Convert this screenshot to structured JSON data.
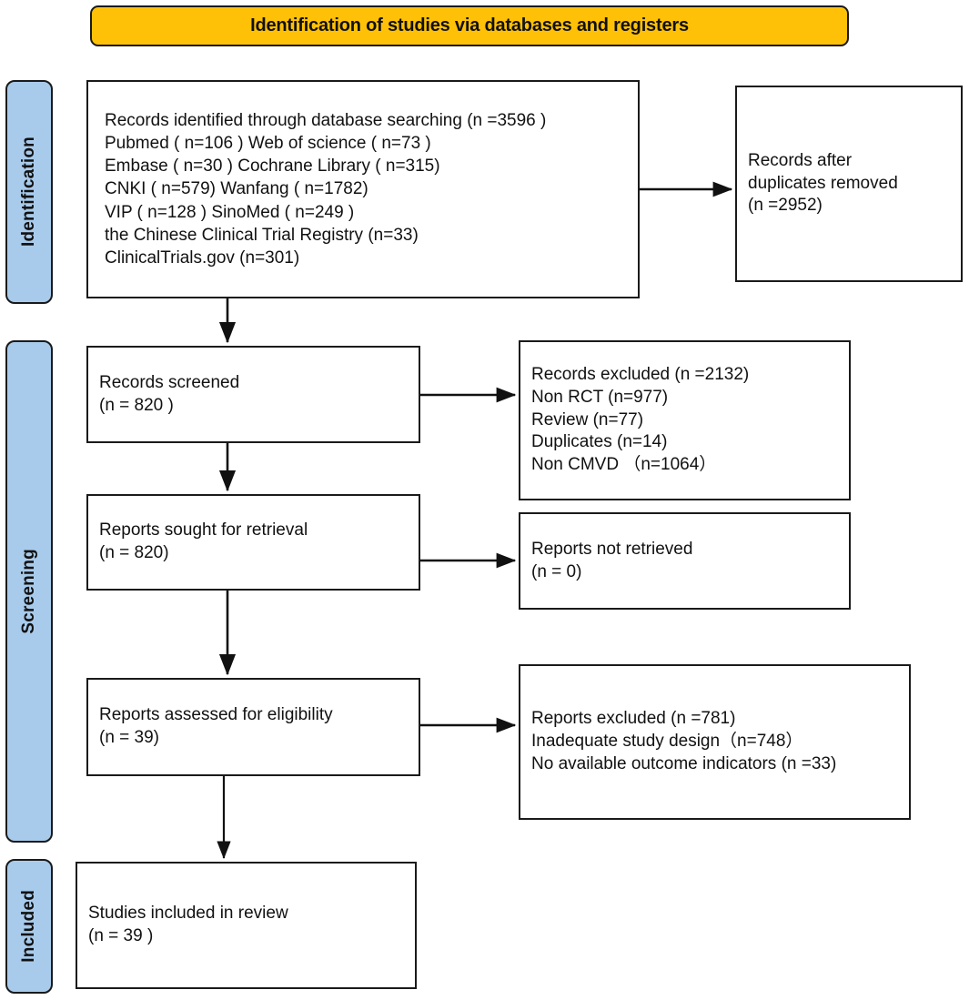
{
  "banner": {
    "title": "Identification of studies via databases and registers",
    "bg_color": "#FFC107"
  },
  "stages": {
    "identification": "Identification",
    "screening": "Screening",
    "included": "Included",
    "bg_color": "#A8CBEC"
  },
  "boxes": {
    "identified": {
      "name": "records-identified",
      "lines": [
        "Records identified through database searching (n =3596 )",
        "Pubmed ( n=106 )      Web of  science  ( n=73 )",
        "Embase ( n=30 )     Cochrane Library   ( n=315)",
        "CNKI  ( n=579)      Wanfang ( n=1782)",
        "VIP  ( n=128 )        SinoMed  ( n=249 )",
        "the Chinese Clinical Trial Registry (n=33)",
        "ClinicalTrials.gov (n=301)"
      ]
    },
    "duplicates_removed": {
      "name": "records-after-duplicates-removed",
      "lines": [
        "Records after",
        "duplicates removed",
        "(n =2952)"
      ]
    },
    "records_screened": {
      "name": "records-screened",
      "lines": [
        "Records screened",
        "(n = 820 )"
      ]
    },
    "records_excluded": {
      "name": "records-excluded",
      "lines": [
        "Records excluded (n =2132)",
        "Non RCT (n=977)",
        "Review (n=77)",
        "Duplicates (n=14)",
        "Non CMVD （n=1064）"
      ]
    },
    "reports_sought": {
      "name": "reports-sought-for-retrieval",
      "lines": [
        "Reports sought for retrieval",
        "(n = 820)"
      ]
    },
    "reports_not_retrieved": {
      "name": "reports-not-retrieved",
      "lines": [
        "Reports not retrieved",
        "(n = 0)"
      ]
    },
    "reports_assessed": {
      "name": "reports-assessed-for-eligibility",
      "lines": [
        "Reports assessed for eligibility",
        "(n = 39)"
      ]
    },
    "reports_excluded": {
      "name": "reports-excluded",
      "lines": [
        "Reports excluded (n =781)",
        "Inadequate study design（n=748）",
        "No available outcome indicators (n =33)"
      ]
    },
    "studies_included": {
      "name": "studies-included-in-review",
      "lines": [
        "Studies included in review",
        "(n = 39 )"
      ]
    }
  },
  "chart_data": {
    "type": "diagram",
    "title": "Identification of studies via databases and registers",
    "nodes": [
      {
        "id": "identified",
        "stage": "Identification",
        "label": "Records identified through database searching",
        "n": 3596,
        "sources": [
          {
            "name": "Pubmed",
            "n": 106
          },
          {
            "name": "Web of science",
            "n": 73
          },
          {
            "name": "Embase",
            "n": 30
          },
          {
            "name": "Cochrane Library",
            "n": 315
          },
          {
            "name": "CNKI",
            "n": 579
          },
          {
            "name": "Wanfang",
            "n": 1782
          },
          {
            "name": "VIP",
            "n": 128
          },
          {
            "name": "SinoMed",
            "n": 249
          },
          {
            "name": "the Chinese Clinical Trial Registry",
            "n": 33
          },
          {
            "name": "ClinicalTrials.gov",
            "n": 301
          }
        ]
      },
      {
        "id": "duplicates_removed",
        "stage": "Identification",
        "label": "Records after duplicates removed",
        "n": 2952
      },
      {
        "id": "records_screened",
        "stage": "Screening",
        "label": "Records screened",
        "n": 820
      },
      {
        "id": "records_excluded",
        "stage": "Screening",
        "label": "Records excluded",
        "n": 2132,
        "reasons": [
          {
            "name": "Non RCT",
            "n": 977
          },
          {
            "name": "Review",
            "n": 77
          },
          {
            "name": "Duplicates",
            "n": 14
          },
          {
            "name": "Non CMVD",
            "n": 1064
          }
        ]
      },
      {
        "id": "reports_sought",
        "stage": "Screening",
        "label": "Reports sought for retrieval",
        "n": 820
      },
      {
        "id": "reports_not_retrieved",
        "stage": "Screening",
        "label": "Reports not retrieved",
        "n": 0
      },
      {
        "id": "reports_assessed",
        "stage": "Screening",
        "label": "Reports assessed for eligibility",
        "n": 39
      },
      {
        "id": "reports_excluded",
        "stage": "Screening",
        "label": "Reports excluded",
        "n": 781,
        "reasons": [
          {
            "name": "Inadequate study design",
            "n": 748
          },
          {
            "name": "No available outcome indicators",
            "n": 33
          }
        ]
      },
      {
        "id": "studies_included",
        "stage": "Included",
        "label": "Studies included in review",
        "n": 39
      }
    ],
    "edges": [
      {
        "from": "identified",
        "to": "duplicates_removed"
      },
      {
        "from": "identified",
        "to": "records_screened"
      },
      {
        "from": "records_screened",
        "to": "records_excluded"
      },
      {
        "from": "records_screened",
        "to": "reports_sought"
      },
      {
        "from": "reports_sought",
        "to": "reports_not_retrieved"
      },
      {
        "from": "reports_sought",
        "to": "reports_assessed"
      },
      {
        "from": "reports_assessed",
        "to": "reports_excluded"
      },
      {
        "from": "reports_assessed",
        "to": "studies_included"
      }
    ]
  }
}
